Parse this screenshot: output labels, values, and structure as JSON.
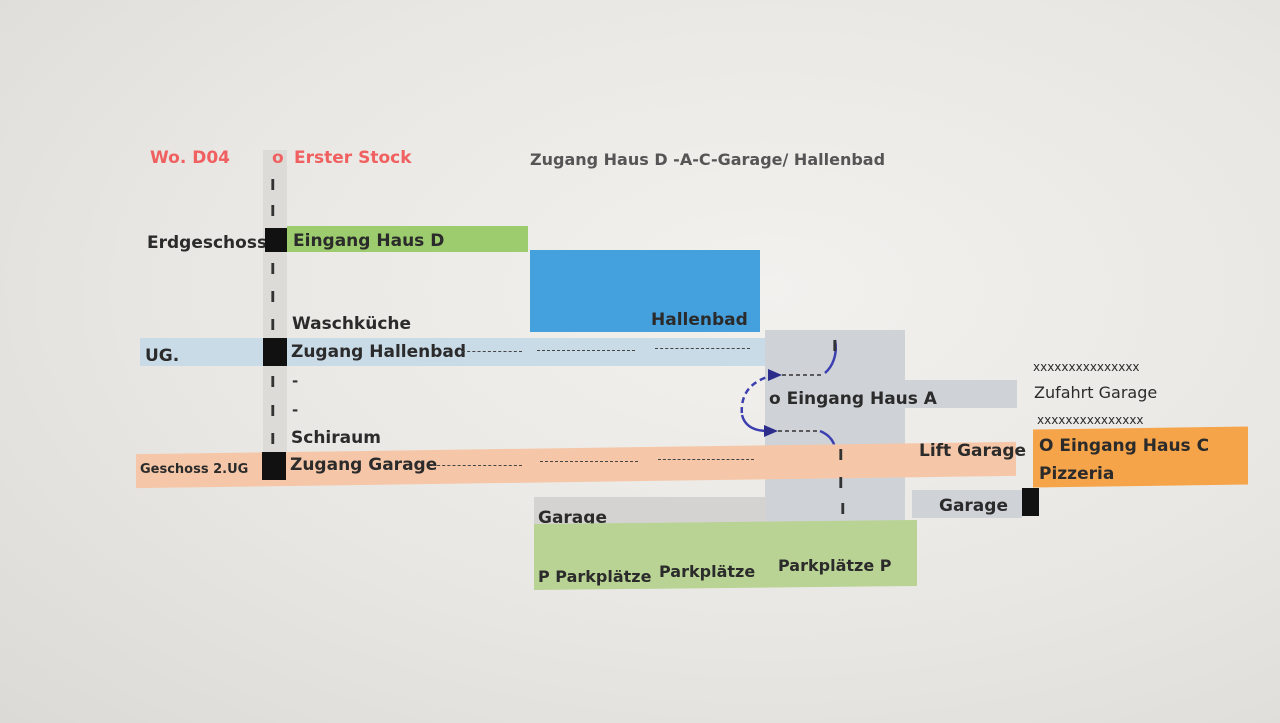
{
  "header": {
    "unit": "Wo. D04",
    "marker": "o",
    "floor_top": "Erster Stock",
    "title": "Zugang Haus  D -A-C-Garage/ Hallenbad"
  },
  "levels": {
    "erdgeschoss": "Erdgeschoss",
    "ug": "UG.",
    "geschoss2": "Geschoss 2.UG"
  },
  "rooms": {
    "eingang_d": "Eingang Haus D",
    "waschkueche": "Waschküche",
    "zugang_hallenbad": "Zugang Hallenbad",
    "schiraum": "Schiraum",
    "zugang_garage": "Zugang Garage",
    "hallenbad": "Hallenbad",
    "eingang_a": "o Eingang Haus A",
    "lift_garage": "Lift Garage",
    "zufahrt_garage": "Zufahrt Garage",
    "xmark": "xxxxxxxxxxxxxxx",
    "eingang_c": "O Eingang Haus C",
    "pizzeria": "Pizzeria",
    "garage_left": "Garage",
    "garage_right": "Garage",
    "park1": "P Parkplätze",
    "park2": "Parkplätze",
    "park3": "Parkplätze P"
  },
  "colors": {
    "green": "#9ccc6e",
    "blue": "#45a1de",
    "lightblue": "#c9dbe6",
    "salmon": "#f5c7a8",
    "orange": "#f6a44a",
    "graybox": "#cfd3d8",
    "red": "#f06060"
  }
}
